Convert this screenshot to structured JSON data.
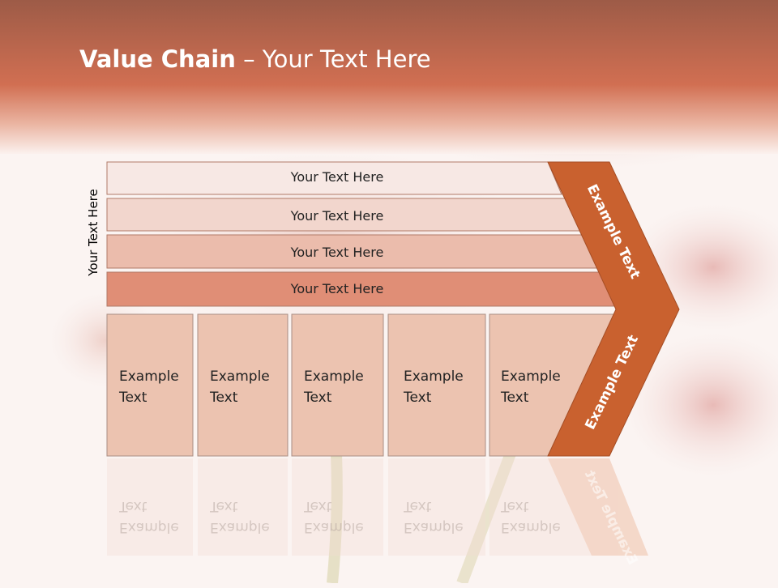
{
  "slide": {
    "title_bold": "Value Chain",
    "title_rest": " – Your Text Here",
    "side_label": "Your Text Here"
  },
  "bars": [
    {
      "label": "Your Text Here"
    },
    {
      "label": "Your Text Here"
    },
    {
      "label": "Your Text Here"
    },
    {
      "label": "Your Text Here"
    }
  ],
  "boxes": [
    {
      "line1": "Example",
      "line2": "Text"
    },
    {
      "line1": "Example",
      "line2": "Text"
    },
    {
      "line1": "Example",
      "line2": "Text"
    },
    {
      "line1": "Example",
      "line2": "Text"
    },
    {
      "line1": "Example",
      "line2": "Text"
    }
  ],
  "chevron": {
    "upper_label": "Example Text",
    "lower_label": "Example Text"
  },
  "colors": {
    "header": "#c9644a",
    "chevron": "#c9612f",
    "bar_1": "#f7e8e4",
    "bar_2": "#f2d6cd",
    "bar_3": "#ebbcac",
    "bar_4": "#e08e76",
    "box": "#ecc3b0"
  }
}
